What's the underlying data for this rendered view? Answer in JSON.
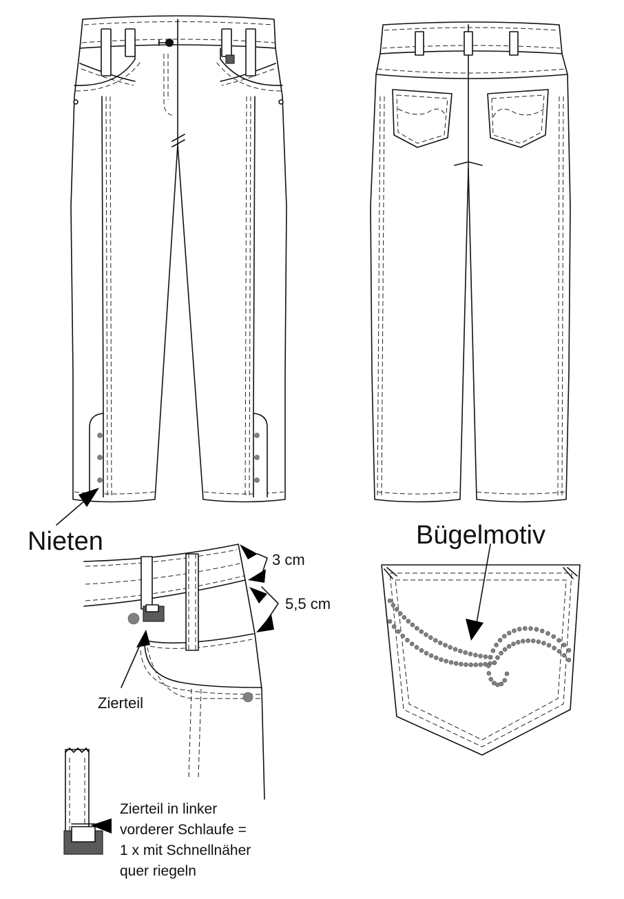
{
  "labels": {
    "rivets": "Nieten",
    "iron_on_motif": "Bügelmotiv",
    "dim_top": "3 cm",
    "dim_bottom": "5,5 cm",
    "trim_piece": "Zierteil",
    "belt_loop_note": "Zierteil in linker\nvorderer Schlaufe =\n1 x mit Schnellnäher\nquer riegeln"
  },
  "colors": {
    "line": "#111111",
    "rivet_dot": "#808080",
    "trim_piece_fill": "#5a5a5a"
  }
}
